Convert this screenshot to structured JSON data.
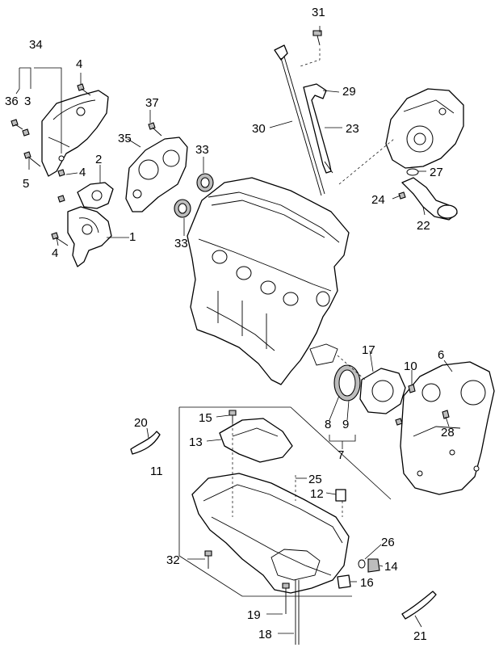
{
  "callouts": {
    "c1": "1",
    "c2": "2",
    "c3": "3",
    "c4a": "4",
    "c4b": "4",
    "c4c": "4",
    "c5": "5",
    "c6": "6",
    "c7": "7",
    "c8": "8",
    "c9": "9",
    "c10": "10",
    "c11": "11",
    "c12": "12",
    "c13": "13",
    "c14": "14",
    "c15": "15",
    "c16": "16",
    "c17": "17",
    "c18": "18",
    "c19": "19",
    "c20": "20",
    "c21": "21",
    "c22": "22",
    "c23": "23",
    "c24": "24",
    "c25": "25",
    "c26": "26",
    "c27": "27",
    "c28": "28",
    "c29": "29",
    "c30": "30",
    "c31": "31",
    "c32": "32",
    "c33a": "33",
    "c33b": "33",
    "c34": "34",
    "c35": "35",
    "c36": "36",
    "c37": "37"
  },
  "colors": {
    "line": "#000000",
    "fill": "#ffffff",
    "shade": "#bdbdbd"
  }
}
